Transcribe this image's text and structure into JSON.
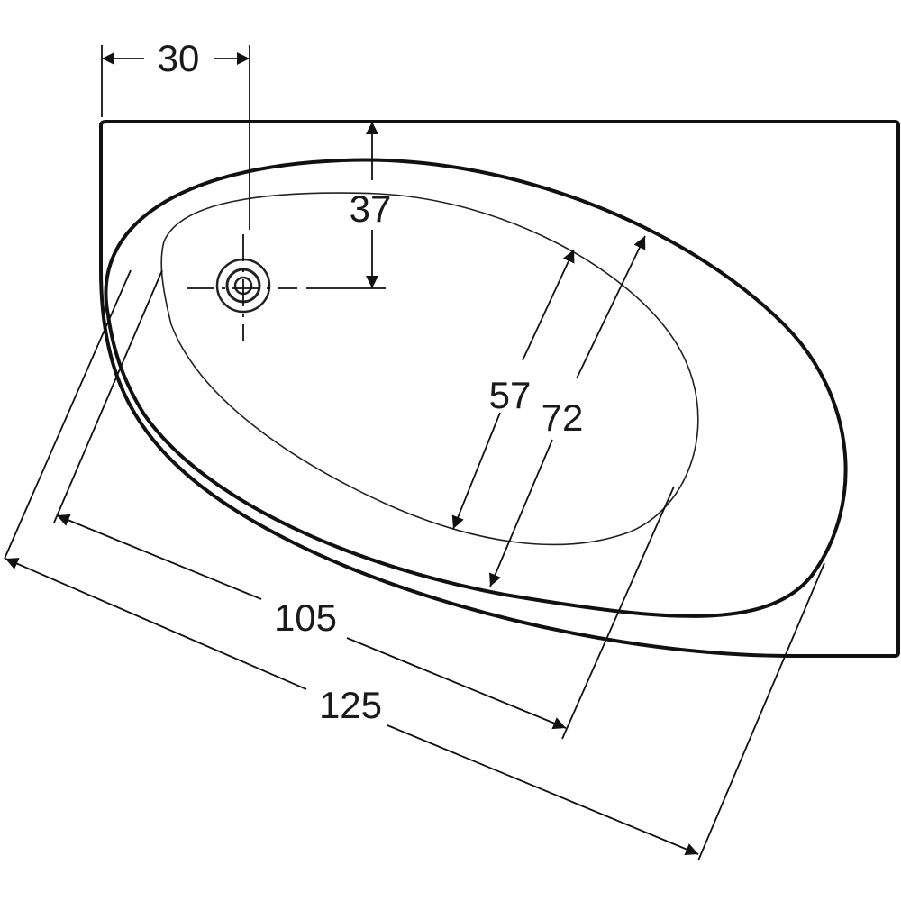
{
  "dimensions": {
    "drain_offset_x": "30",
    "drain_offset_y": "37",
    "inner_width": "57",
    "outer_width": "72",
    "inner_length": "105",
    "outer_length": "125"
  },
  "colors": {
    "line": "#111111",
    "background": "#ffffff"
  }
}
